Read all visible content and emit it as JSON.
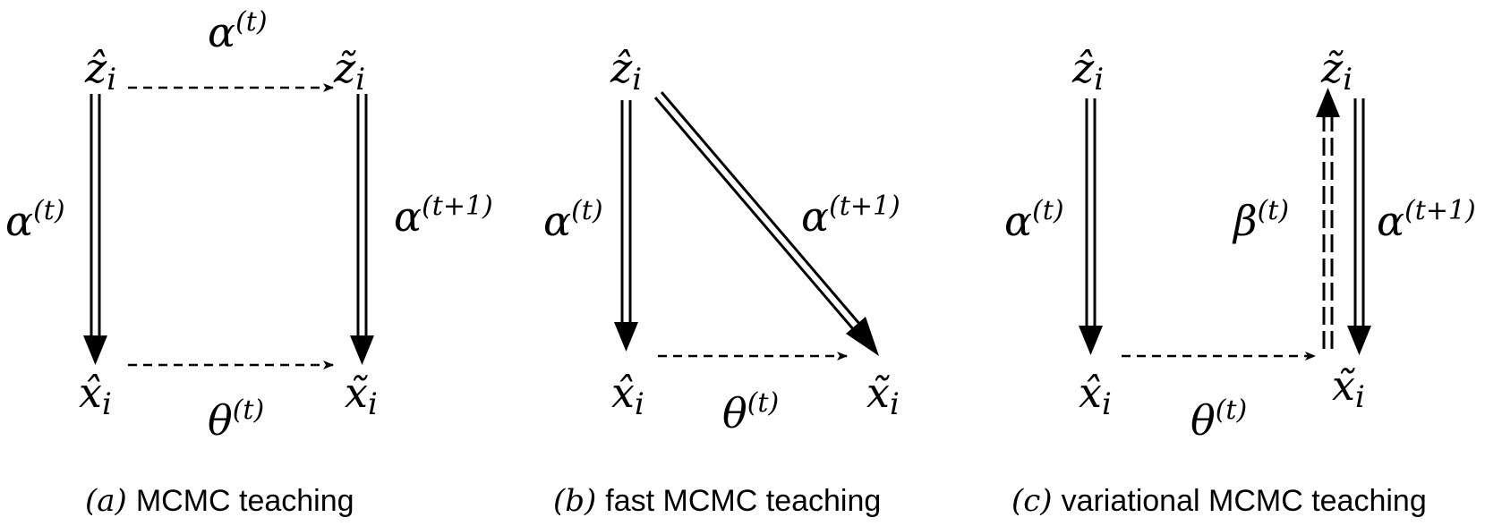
{
  "panels": [
    {
      "caption": {
        "label": "(a)",
        "text": "MCMC teaching"
      },
      "nodes": {
        "z_hat": "ẑ",
        "z_tilde": "z̃",
        "x_hat": "x̂",
        "x_tilde": "x̃",
        "subscript": "i"
      },
      "labels": {
        "top": {
          "base": "α",
          "sup": "(t)"
        },
        "left": {
          "base": "α",
          "sup": "(t)"
        },
        "right": {
          "base": "α",
          "sup": "(t+1)"
        },
        "bottom": {
          "base": "θ",
          "sup": "(t)"
        }
      }
    },
    {
      "caption": {
        "label": "(b)",
        "text": "fast MCMC teaching"
      },
      "nodes": {
        "z_hat": "ẑ",
        "x_hat": "x̂",
        "x_tilde": "x̃",
        "subscript": "i"
      },
      "labels": {
        "left": {
          "base": "α",
          "sup": "(t)"
        },
        "diagonal": {
          "base": "α",
          "sup": "(t+1)"
        },
        "bottom": {
          "base": "θ",
          "sup": "(t)"
        }
      }
    },
    {
      "caption": {
        "label": "(c)",
        "text": "variational MCMC teaching"
      },
      "nodes": {
        "z_hat": "ẑ",
        "z_tilde": "z̃",
        "x_hat": "x̂",
        "x_tilde": "x̃",
        "subscript": "i"
      },
      "labels": {
        "left": {
          "base": "α",
          "sup": "(t)"
        },
        "middle": {
          "base": "β",
          "sup": "(t)"
        },
        "right": {
          "base": "α",
          "sup": "(t+1)"
        },
        "bottom": {
          "base": "θ",
          "sup": "(t)"
        }
      }
    }
  ]
}
